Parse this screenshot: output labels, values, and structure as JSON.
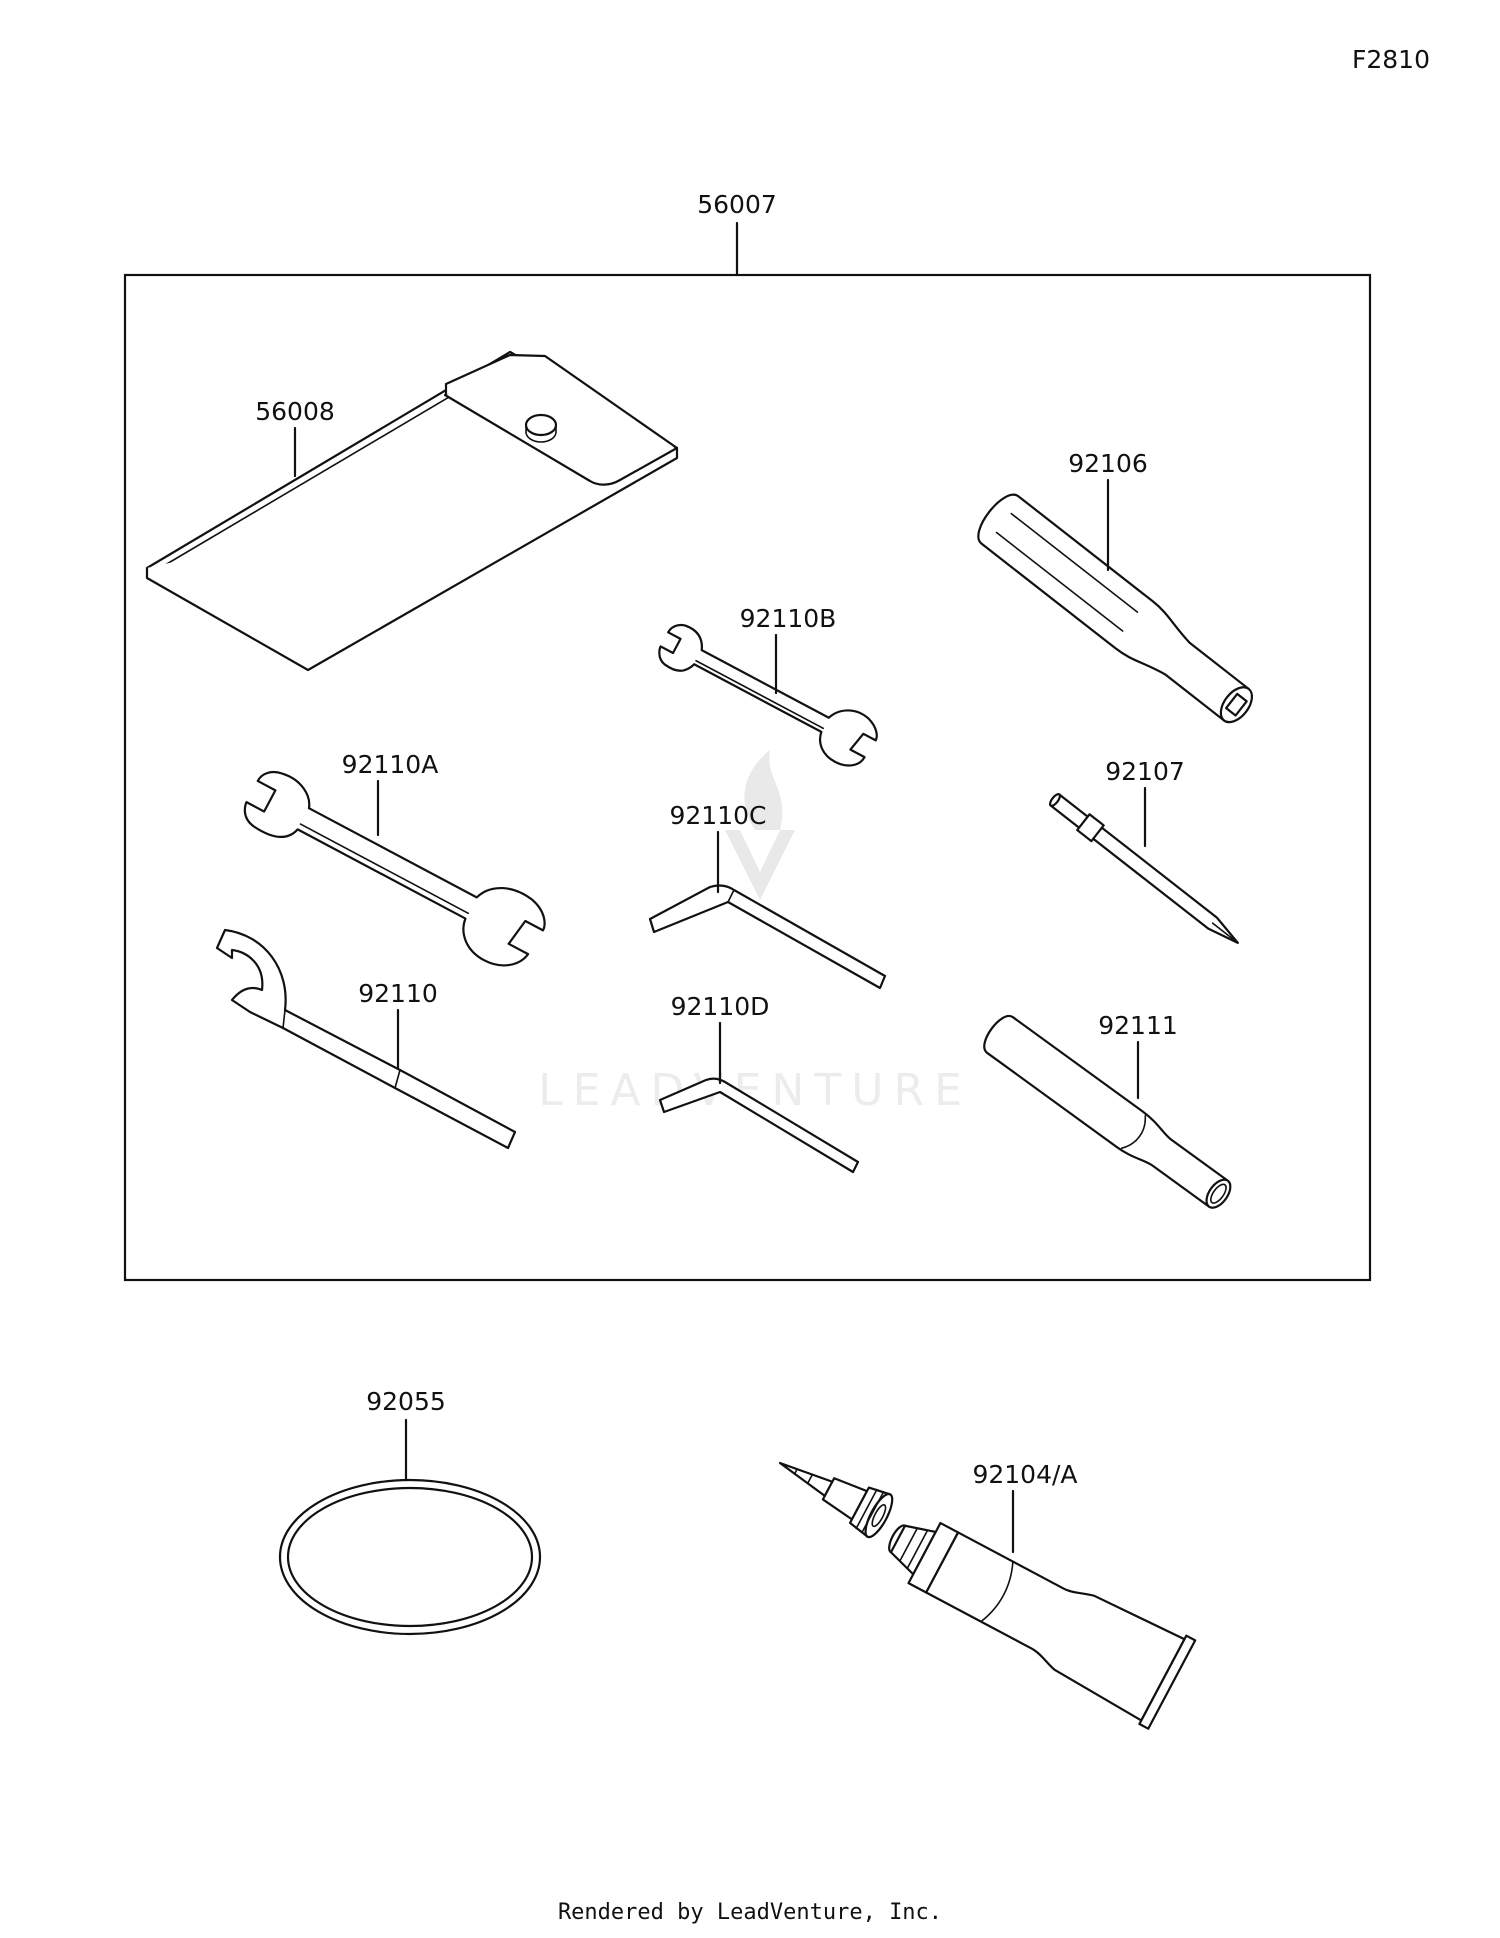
{
  "figure_code": "F2810",
  "callouts": {
    "kit": "56007",
    "pouch": "56008",
    "driver_handle": "92106",
    "wrench_small": "92110B",
    "wrench_large": "92110A",
    "screwdriver_bit": "92107",
    "hex_key_large": "92110C",
    "hook_wrench": "92110",
    "hex_key_small": "92110D",
    "extension_pipe": "92111",
    "o_ring": "92055",
    "grease_tube": "92104/A"
  },
  "watermark": "LEADVENTURE",
  "footer": "Rendered by LeadVenture, Inc."
}
